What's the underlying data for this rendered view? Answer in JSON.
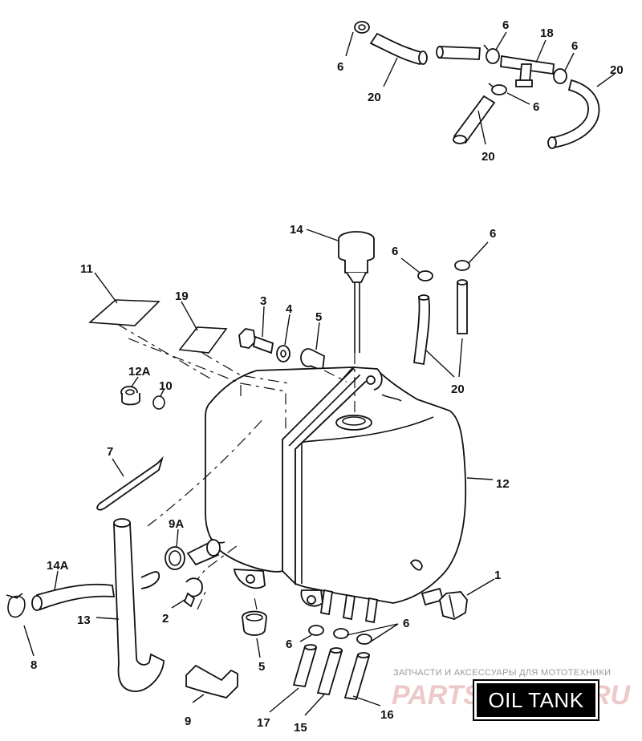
{
  "diagram": {
    "callouts": {
      "c_6_tl": "6",
      "c_20_tl": "20",
      "c_6_t1": "6",
      "c_18": "18",
      "c_6_t2": "6",
      "c_20_tr": "20",
      "c_6_t3": "6",
      "c_20_tb": "20",
      "c_14": "14",
      "c_6_m1": "6",
      "c_6_m2": "6",
      "c_11": "11",
      "c_19": "19",
      "c_3": "3",
      "c_4": "4",
      "c_5_top": "5",
      "c_20_mid": "20",
      "c_12a": "12A",
      "c_10": "10",
      "c_7": "7",
      "c_12": "12",
      "c_9a": "9A",
      "c_14a": "14A",
      "c_1": "1",
      "c_2": "2",
      "c_13": "13",
      "c_5_bot": "5",
      "c_6_b1": "6",
      "c_6_b2": "6",
      "c_8": "8",
      "c_9": "9",
      "c_17": "17",
      "c_15": "15",
      "c_16": "16"
    }
  },
  "watermark": {
    "tagline": "ЗАПЧАСТИ И АКСЕССУАРЫ ДЛЯ МОТОТЕХНИКИ",
    "logo_left": "PARTS",
    "logo_right": "RU"
  },
  "badge": {
    "label": "OIL TANK"
  }
}
